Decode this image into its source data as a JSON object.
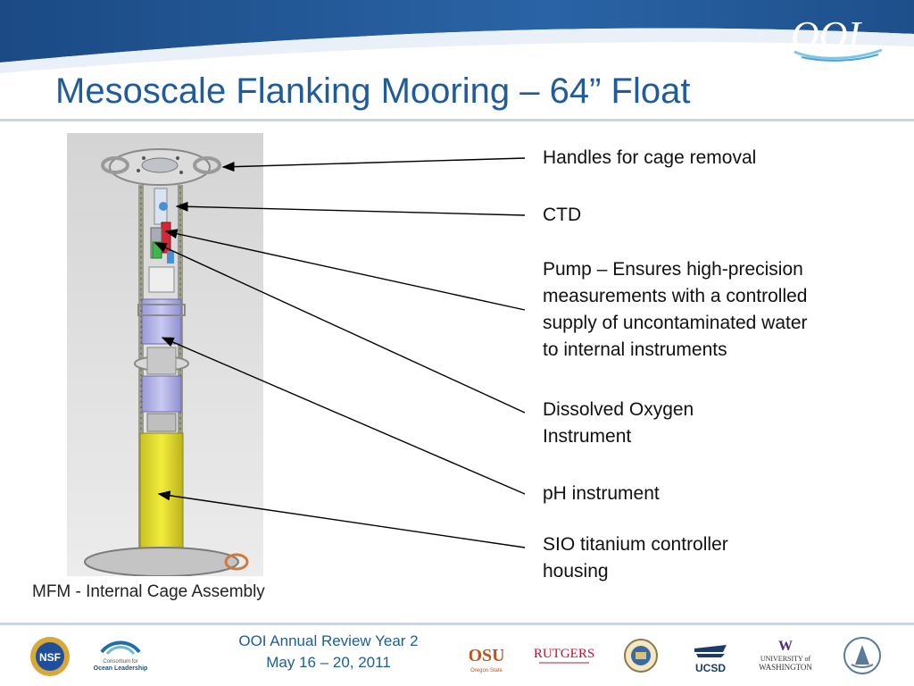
{
  "slide": {
    "title": "Mesoscale Flanking Mooring – 64” Float",
    "caption": "MFM - Internal Cage Assembly",
    "labels": [
      {
        "lines": [
          "Handles for cage removal"
        ]
      },
      {
        "lines": [
          "CTD"
        ]
      },
      {
        "lines": [
          "Pump – Ensures high-precision",
          "measurements with a controlled",
          "supply of uncontaminated water",
          "to internal instruments"
        ]
      },
      {
        "lines": [
          "Dissolved Oxygen",
          "Instrument"
        ]
      },
      {
        "lines": [
          "pH instrument"
        ]
      },
      {
        "lines": [
          "SIO titanium controller",
          "housing"
        ]
      }
    ]
  },
  "header": {
    "logo_text": "OOI"
  },
  "footer": {
    "line1": "OOI Annual Review Year 2",
    "line2": "May 16 – 20, 2011",
    "logos": {
      "nsf": "NSF",
      "consortium": {
        "line1": "Consortium for",
        "line2": "Ocean Leadership"
      },
      "osu": {
        "line1": "OSU",
        "line2": "Oregon State"
      },
      "rutgers": "RUTGERS",
      "ucsd": "UCSD",
      "uw": {
        "line1": "W",
        "line2": "UNIVERSITY of",
        "line3": "WASHINGTON"
      }
    }
  },
  "colors": {
    "title": "#1f5c99",
    "header_dark": "#1d4f8a",
    "header_light": "#e9f0f7",
    "rule": "#c5d6e6"
  }
}
